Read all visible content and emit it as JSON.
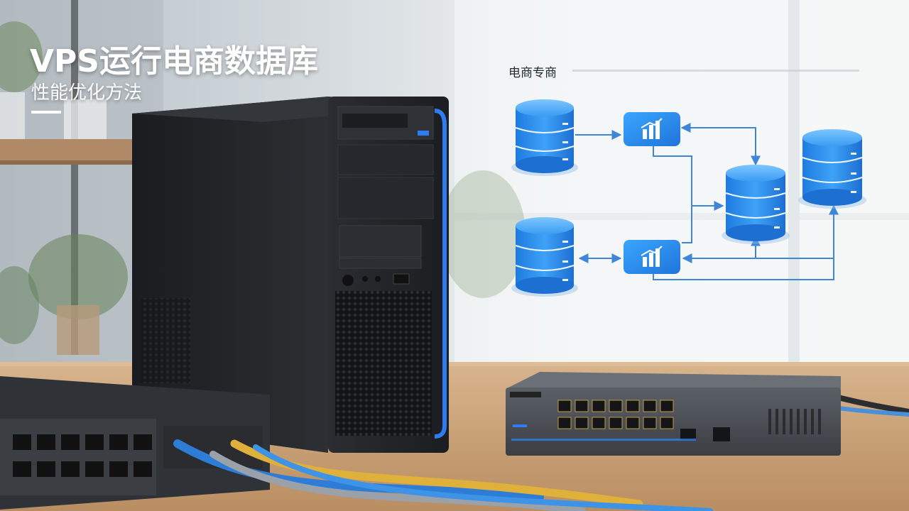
{
  "heading": {
    "title": "VPS运行电商数据库",
    "subtitle": "性能优化方法"
  },
  "diagram": {
    "label": "电商专商"
  },
  "colors": {
    "db_blue": "#2f8ff0",
    "line_blue": "#3f86d8",
    "desk": "#c9a27a"
  }
}
